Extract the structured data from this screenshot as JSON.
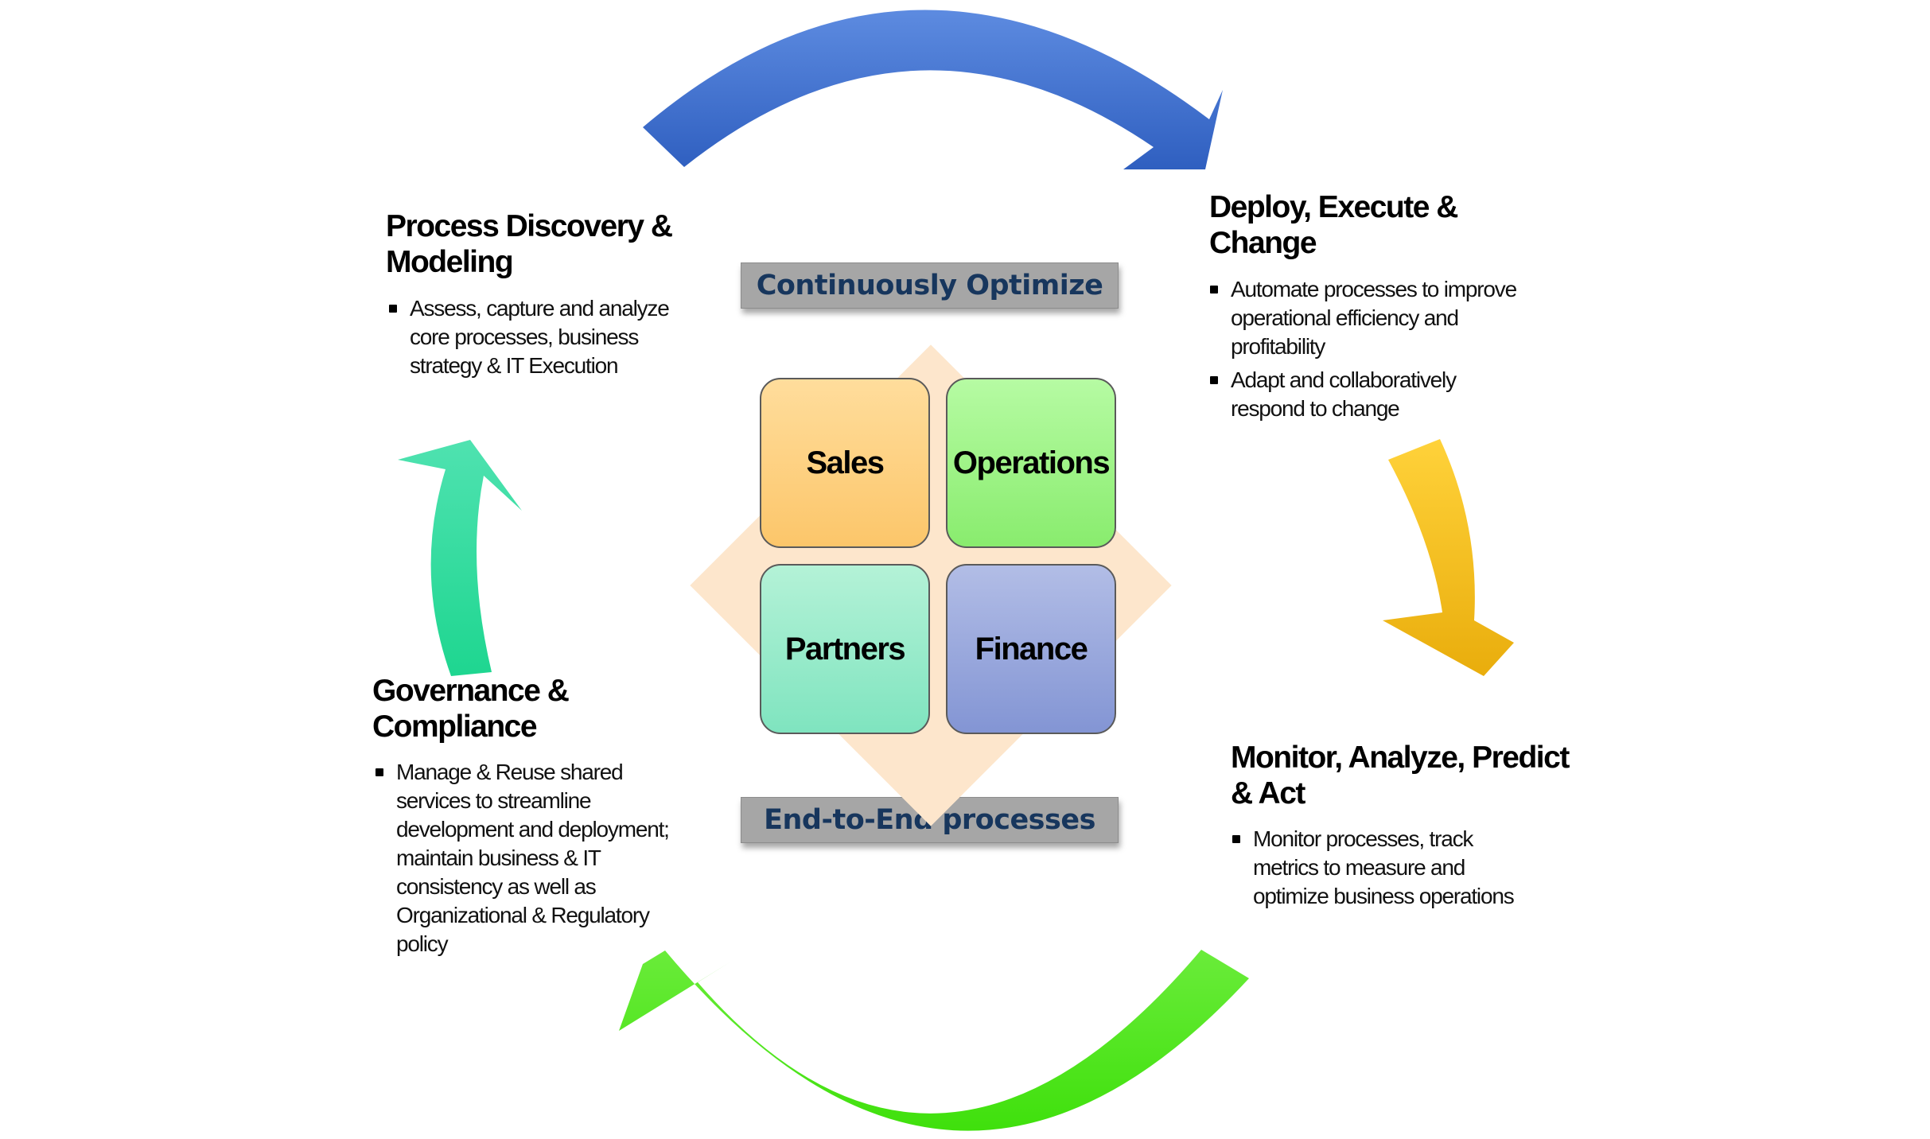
{
  "banners": {
    "top": "Continuously Optimize",
    "bottom": "End-to-End processes"
  },
  "grid": {
    "sales": "Sales",
    "operations": "Operations",
    "partners": "Partners",
    "finance": "Finance"
  },
  "stages": {
    "discovery": {
      "title_line1": "Process Discovery &",
      "title_line2": "Modeling",
      "bullets": [
        "Assess, capture and analyze core processes, business strategy & IT Execution"
      ]
    },
    "deploy": {
      "title_line1": "Deploy, Execute &",
      "title_line2": "Change",
      "bullets": [
        "Automate processes to improve operational efficiency and profitability",
        "Adapt and collaboratively respond to change"
      ]
    },
    "monitor": {
      "title_line1": "Monitor, Analyze, Predict",
      "title_line2": "& Act",
      "bullets": [
        "Monitor processes, track metrics to measure and optimize business operations"
      ]
    },
    "governance": {
      "title_line1": "Governance &",
      "title_line2": "Compliance",
      "bullets": [
        "Manage & Reuse shared services to streamline development and deployment; maintain business & IT consistency as well as Organizational & Regulatory policy"
      ]
    }
  },
  "colors": {
    "arrow_top": "#4a7bd6",
    "arrow_right": "#fbc41c",
    "arrow_bottom": "#5ee71f",
    "arrow_left": "#2fdc9f",
    "banner_text": "#17365d",
    "banner_bg": "#a6a6a6"
  }
}
